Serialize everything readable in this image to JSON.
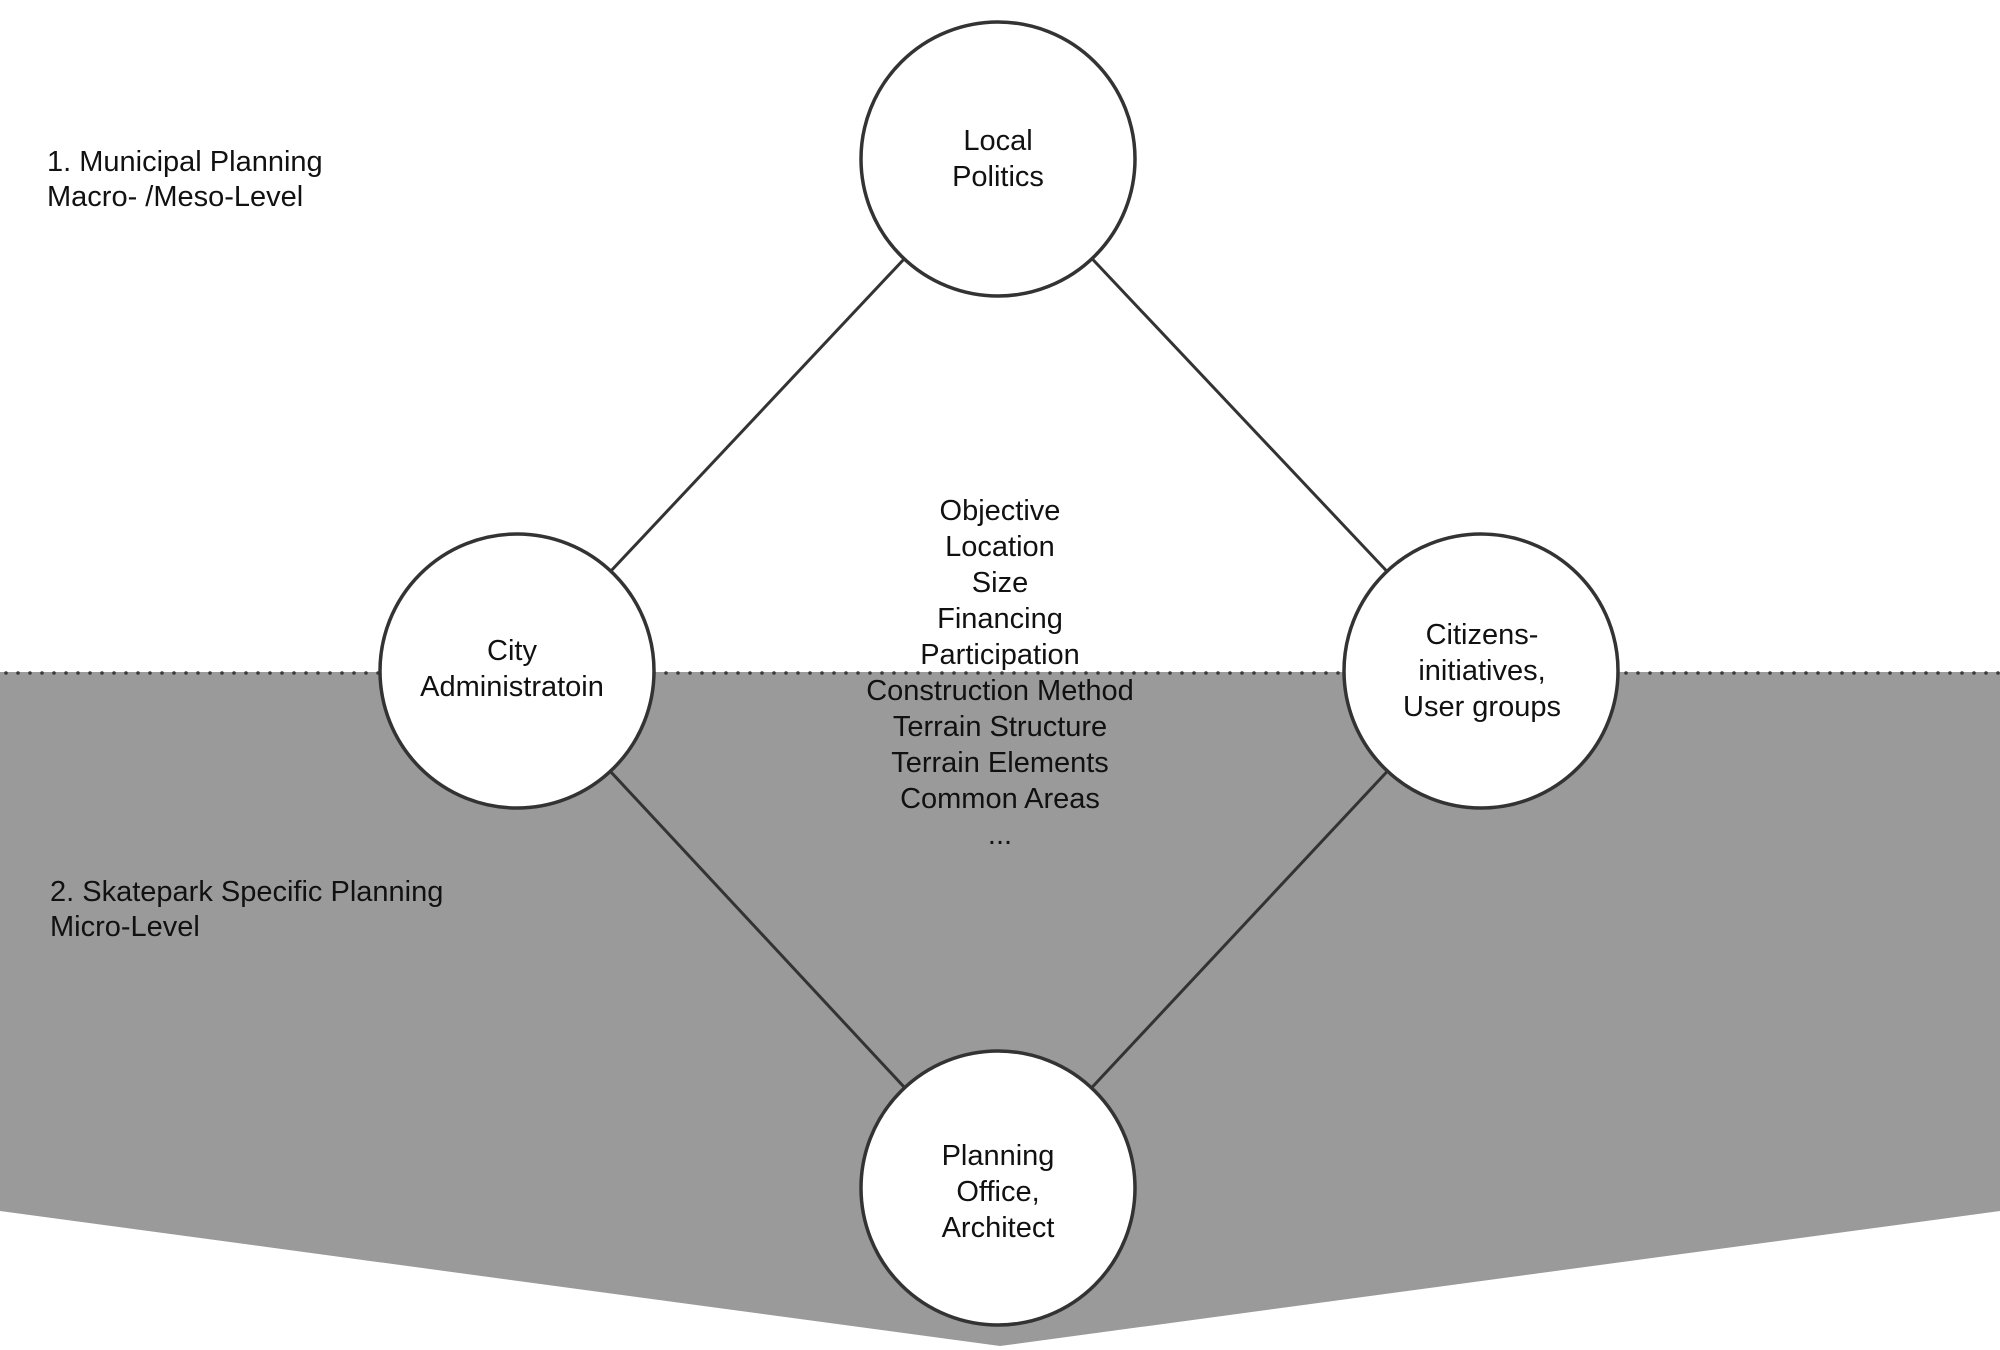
{
  "colors": {
    "background": "#ffffff",
    "micro_band": "#9a9a9a",
    "stroke": "#333333",
    "dots": "#3a3a3a",
    "node_fill": "#ffffff",
    "text": "#111111"
  },
  "levels": [
    {
      "title": "1.  Municipal Planning",
      "subtitle": "Macro- /Meso-Level"
    },
    {
      "title": "2. Skatepark Specific Planning",
      "subtitle": "Micro-Level"
    }
  ],
  "nodes": [
    {
      "id": "local-politics",
      "lines": [
        "Local",
        "Politics"
      ]
    },
    {
      "id": "city-administration",
      "lines": [
        "City",
        "Administratoin"
      ]
    },
    {
      "id": "citizens-initiatives",
      "lines": [
        "Citizens-",
        "initiatives,",
        "User groups"
      ]
    },
    {
      "id": "planning-office",
      "lines": [
        "Planning",
        "Office,",
        "Architect"
      ]
    }
  ],
  "edges": [
    [
      "local-politics",
      "city-administration"
    ],
    [
      "local-politics",
      "citizens-initiatives"
    ],
    [
      "city-administration",
      "planning-office"
    ],
    [
      "citizens-initiatives",
      "planning-office"
    ]
  ],
  "criteria": [
    "Objective",
    "Location",
    "Size",
    "Financing",
    "Participation",
    "Construction Method",
    "Terrain Structure",
    "Terrain Elements",
    "Common Areas",
    "..."
  ]
}
